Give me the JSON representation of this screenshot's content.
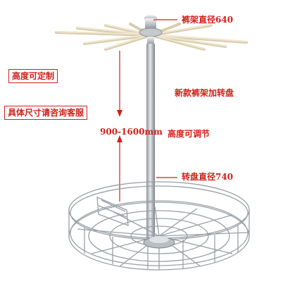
{
  "labels": {
    "rack_diameter": "裤架直径640",
    "height_custom": "高度可定制",
    "new_rack": "新款裤架加转盘",
    "size_consult": "具体尺寸请咨询客服",
    "height_range": "900-1600mm",
    "adjustable": "高度可调节",
    "tray_diameter": "转盘直径740"
  },
  "colors": {
    "accent": "#d0201a",
    "chrome": "#a8adb3",
    "arm": "#efe6cf"
  }
}
